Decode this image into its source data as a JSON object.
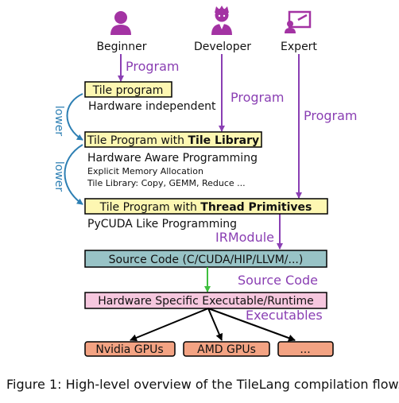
{
  "users": {
    "beginner": "Beginner",
    "developer": "Developer",
    "expert": "Expert",
    "user_icon": "person-icon",
    "developer_icon": "developer-person-icon",
    "expert_icon": "presenter-icon",
    "icon_color": "#a333a3"
  },
  "edge_labels": {
    "program_beginner": "Program",
    "program_developer": "Program",
    "program_expert": "Program",
    "lower_1": "lower",
    "lower_2": "lower",
    "irmodule": "IRModule",
    "source_code": "Source Code",
    "executables": "Executables"
  },
  "boxes": {
    "tile_program": "Tile program",
    "tile_library_prefix": "Tile Program with ",
    "tile_library_bold": "Tile Library",
    "thread_prefix": "Tile Program with ",
    "thread_bold": "Thread Primitives",
    "source_code": "Source Code (C/CUDA/HIP/LLVM/...)",
    "executable": "Hardware Specific Executable/Runtime",
    "nvidia": "Nvidia GPUs",
    "amd": "AMD GPUs",
    "more": "...",
    "yellow": "#fdf7b2",
    "teal": "#98c3c6",
    "pink": "#f6c7de",
    "orange": "#f3a383"
  },
  "notes": {
    "hardware_independent": "Hardware independent",
    "hardware_aware": "Hardware Aware Programming",
    "explicit_memory": "Explicit Memory Allocation",
    "tile_library_list": "Tile Library: Copy, GEMM, Reduce ...",
    "pycuda": "PyCUDA Like Programming"
  },
  "caption": "Figure 1: High-level overview of the TileLang compilation flow."
}
